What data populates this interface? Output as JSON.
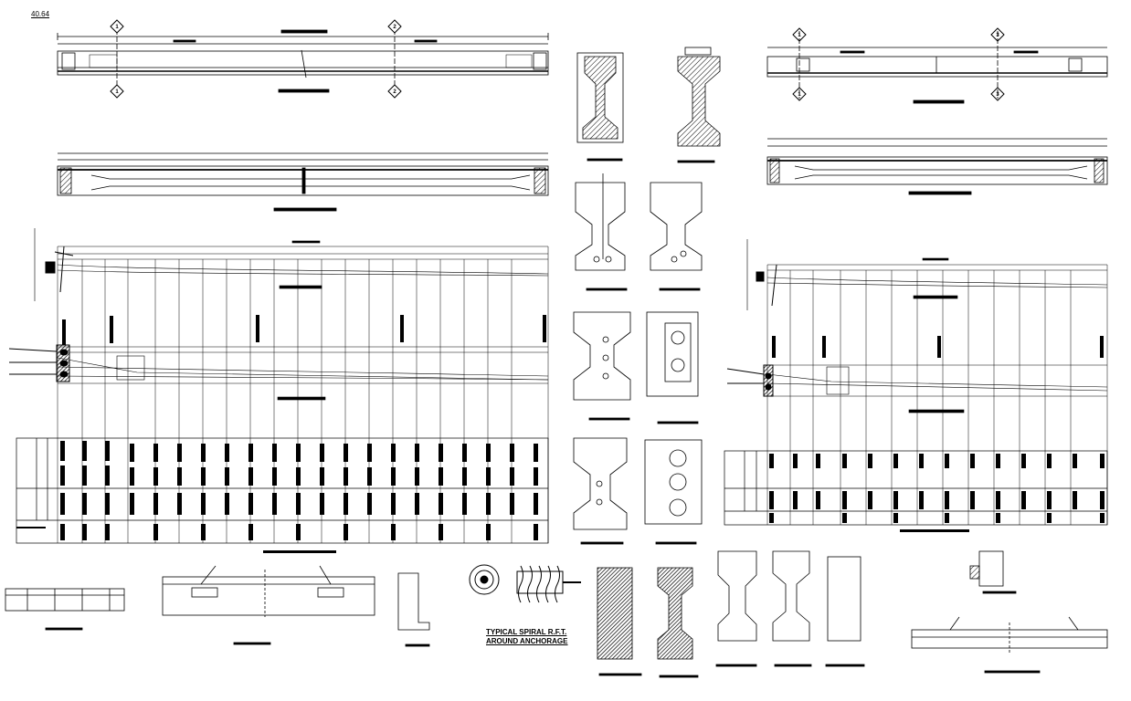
{
  "sheet": {
    "number": "40.64"
  },
  "details": {
    "spiral_title_line1": "TYPICAL SPIRAL R.F.T.",
    "spiral_title_line2": "AROUND ANCHORAGE"
  },
  "section_markers": [
    "1",
    "2",
    "1",
    "2",
    "1",
    "3",
    "1",
    "3"
  ],
  "colors": {
    "line": "#000000",
    "hatch": "#000000",
    "background": "#ffffff"
  }
}
